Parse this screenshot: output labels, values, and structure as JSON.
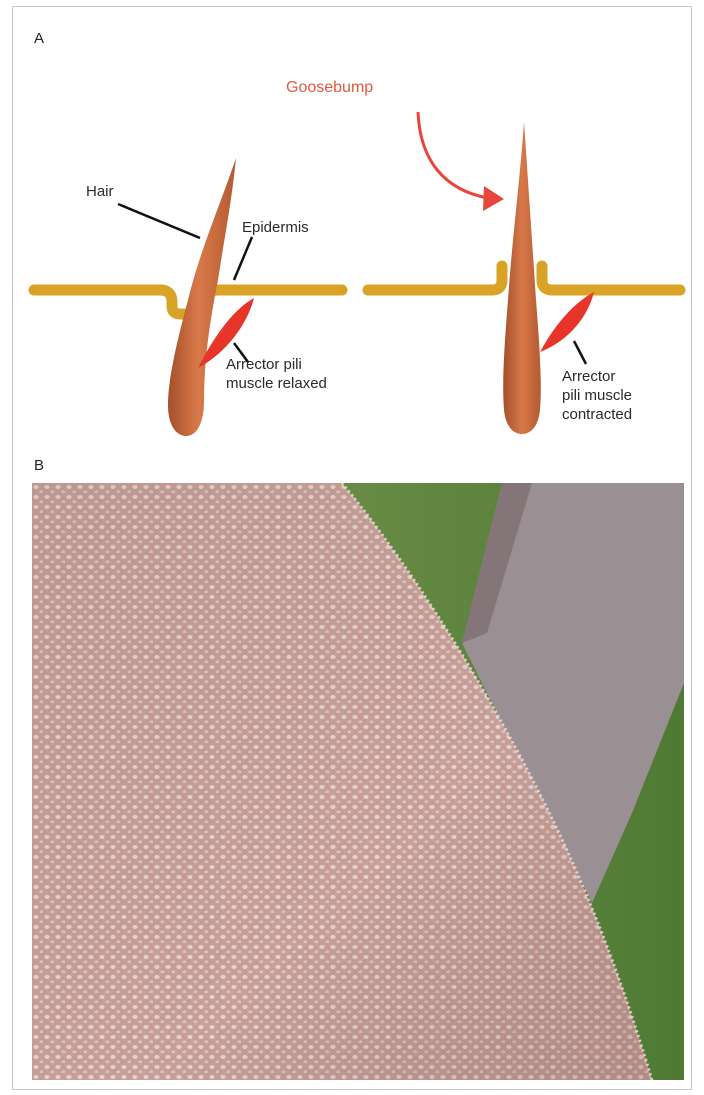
{
  "panels": {
    "a": {
      "label": "A"
    },
    "b": {
      "label": "B"
    }
  },
  "diagram": {
    "title": "Goosebump",
    "labels": {
      "hair": "Hair",
      "epidermis": "Epidermis",
      "muscle_relaxed": "Arrector pili\nmuscle relaxed",
      "muscle_contracted": "Arrector\npili muscle\ncontracted"
    },
    "colors": {
      "hair": "#c8683a",
      "epidermis": "#d8a326",
      "muscle": "#e8352a",
      "arrow": "#e8463a",
      "goosebump_text": "#e2583e"
    }
  },
  "photo": {
    "colors": {
      "skin": "#c9a39c",
      "bumps": "#e4d0cc",
      "background_green": "#6f8f4a",
      "background_grey": "#9a8f92"
    }
  }
}
